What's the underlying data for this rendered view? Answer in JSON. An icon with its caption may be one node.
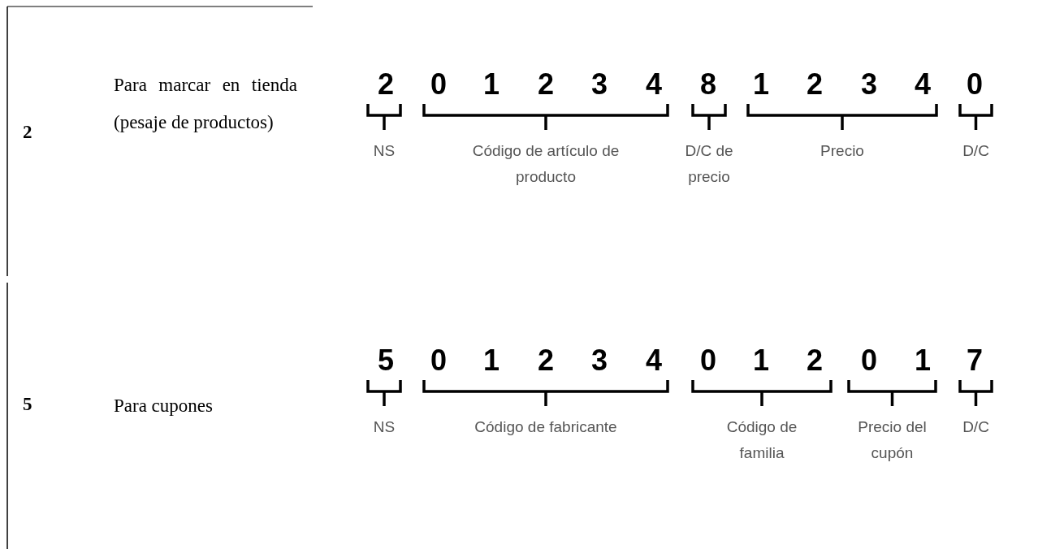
{
  "diagram": {
    "labels": [
      "2",
      "Para marcar en tienda (pesaje de productos)",
      "2",
      "0",
      "1",
      "2",
      "3",
      "4",
      "8",
      "1",
      "2",
      "3",
      "4",
      "0",
      "NS",
      "Código de artículo de producto",
      "D/C de precio",
      "Precio",
      "D/C",
      "5",
      "Para cupones",
      "5",
      "0",
      "1",
      "2",
      "3",
      "4",
      "0",
      "1",
      "2",
      "0",
      "1",
      "7",
      "NS",
      "Código de fabricante",
      "Código de familia",
      "Precio del cupón",
      "D/C"
    ]
  }
}
